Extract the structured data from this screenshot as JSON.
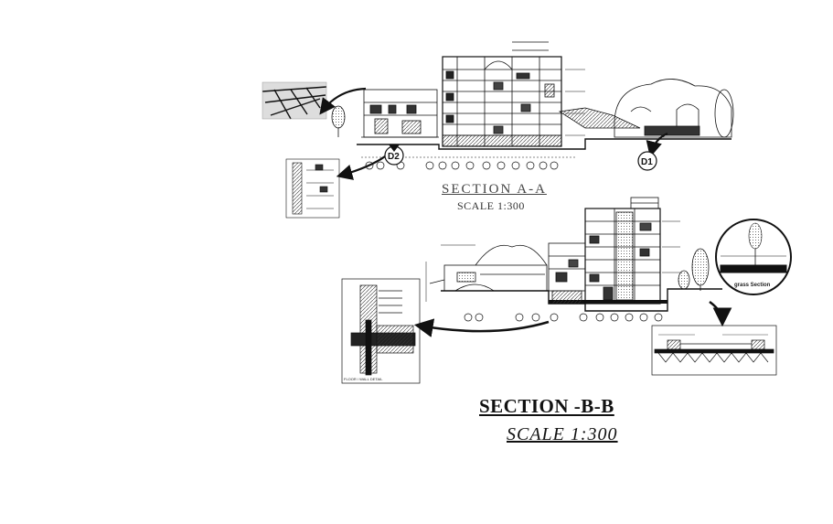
{
  "section_a": {
    "title": "SECTION   A-A",
    "scale": "SCALE 1:300"
  },
  "section_b": {
    "title": "SECTION  -B-B",
    "scale": "SCALE 1:300"
  },
  "detail_tags": {
    "d1": "D1",
    "d2": "D2"
  },
  "detail_labels": {
    "grass_section": "grass Section",
    "floor_wall_detail": "FLOOR / WALL DETAIL"
  },
  "colors": {
    "ink": "#111111",
    "paper": "#ffffff",
    "hatch": "#555555"
  }
}
